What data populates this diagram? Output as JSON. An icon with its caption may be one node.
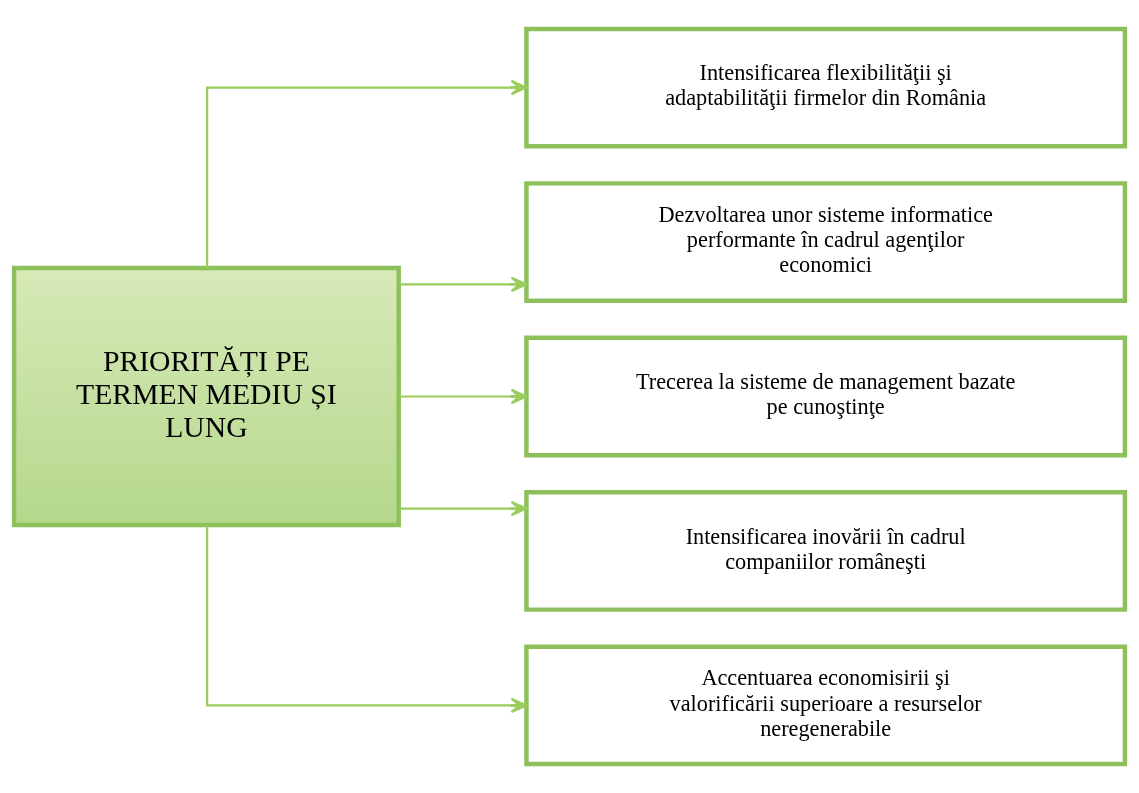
{
  "diagram": {
    "nodes": [
      {
        "text": [
          "PRIORITĂȚI PE TERMEN MEDIU ȘI LUNG"
        ]
      },
      {
        "text": [
          "Intensificarea flexibilităţii şi adaptabilităţii firmelor din România"
        ]
      },
      {
        "text": [
          "Dezvoltarea unor sisteme informatice performante în cadrul agenţilor economici"
        ]
      },
      {
        "text": [
          "Trecerea la sisteme de management bazate pe cunoştinţe"
        ]
      },
      {
        "text": [
          "Intensificarea inovării în cadrul companiilor româneşti"
        ]
      },
      {
        "text": [
          "Accentuarea economisirii şi valorificării superioare a resurselor neregenerabile"
        ]
      }
    ],
    "edges": [
      {
        "from": 0,
        "to": 1,
        "arrow": "to"
      },
      {
        "from": 0,
        "to": 2,
        "arrow": "to"
      },
      {
        "from": 0,
        "to": 3,
        "arrow": "to"
      },
      {
        "from": 0,
        "to": 4,
        "arrow": "to"
      },
      {
        "from": 0,
        "to": 5,
        "arrow": "to"
      }
    ]
  }
}
